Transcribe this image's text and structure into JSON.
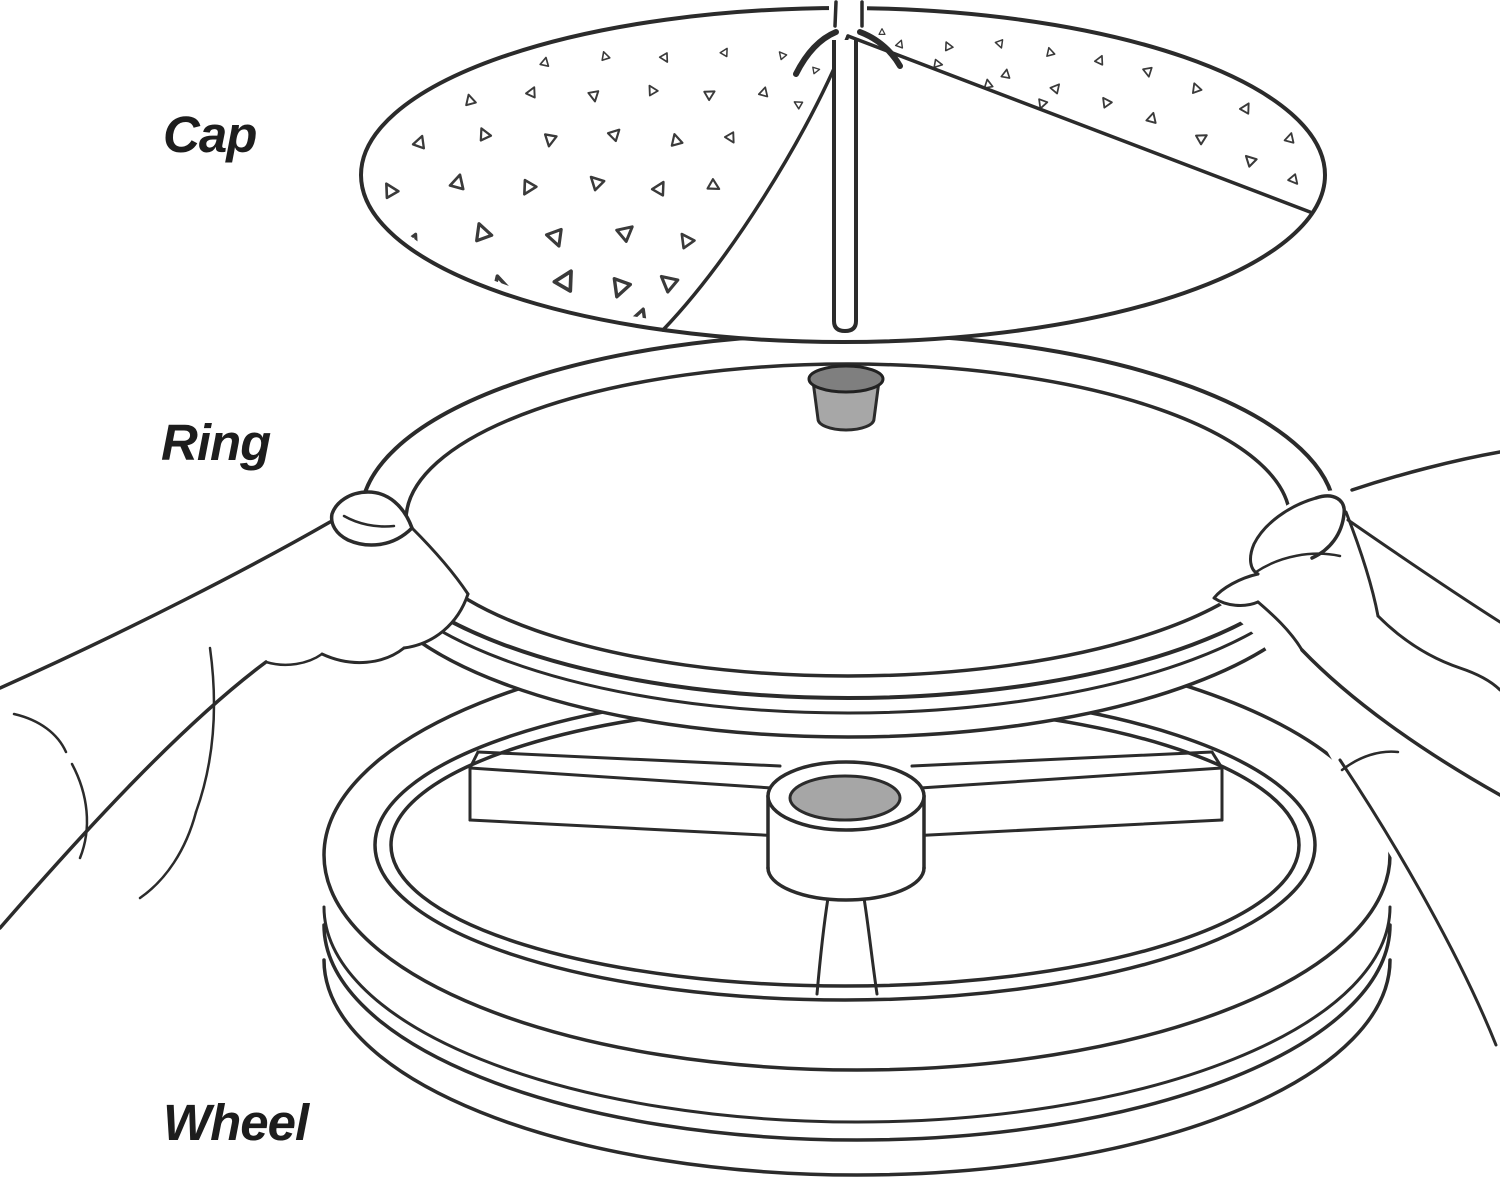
{
  "diagram": {
    "type": "exploded-parts-line-drawing",
    "labels": {
      "cap": "Cap",
      "ring": "Ring",
      "wheel": "Wheel"
    },
    "parts": [
      "Cap",
      "Ring",
      "Wheel"
    ],
    "colors": {
      "background": "#ffffff",
      "line": "#2b2b2b",
      "socket_flange_gray": "#7f7f7f",
      "socket_body_gray": "#a7a7a7",
      "hub_hole_gray": "#a6a6a6"
    }
  }
}
